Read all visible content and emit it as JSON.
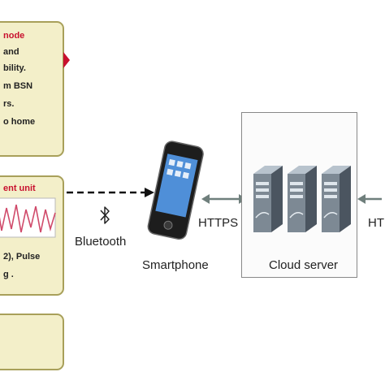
{
  "left_panel": {
    "mode_box": {
      "title": "node",
      "lines": [
        "and",
        "bility.",
        "m BSN",
        "rs.",
        "o home"
      ]
    },
    "unit_box": {
      "title": "ent unit",
      "lines": [
        "2), Pulse",
        "g ."
      ]
    }
  },
  "links": {
    "bluetooth_label": "Bluetooth",
    "https_left_label": "HTTPS",
    "https_right_label": "HT"
  },
  "nodes": {
    "smartphone_label": "Smartphone",
    "cloud_label": "Cloud server"
  },
  "colors": {
    "box_fill": "#f3efc9",
    "box_border": "#a8a05a",
    "title_red": "#c8102e",
    "signal_red": "#d04a6a"
  },
  "icons": [
    "bluetooth-icon",
    "smartphone-icon",
    "server-icon"
  ]
}
